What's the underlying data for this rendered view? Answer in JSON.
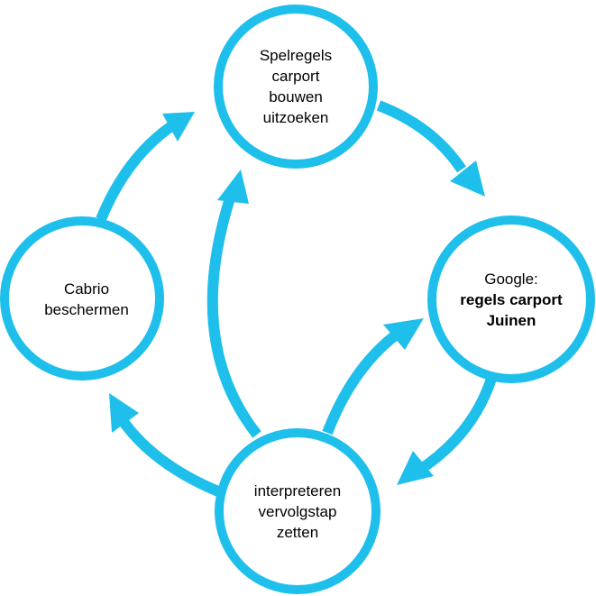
{
  "colors": {
    "accent": "#1EBFEB",
    "text": "#000000",
    "background": "#FFFFFF"
  },
  "nodes": {
    "top": {
      "lines": [
        "Spelregels",
        "carport",
        "bouwen",
        "uitzoeken"
      ]
    },
    "right": {
      "line1": "Google:",
      "line2": "regels carport",
      "line3": "Juinen"
    },
    "bottom": {
      "lines": [
        "interpreteren",
        "vervolgstap",
        "zetten"
      ]
    },
    "left": {
      "lines": [
        "Cabrio",
        "beschermen"
      ]
    }
  }
}
